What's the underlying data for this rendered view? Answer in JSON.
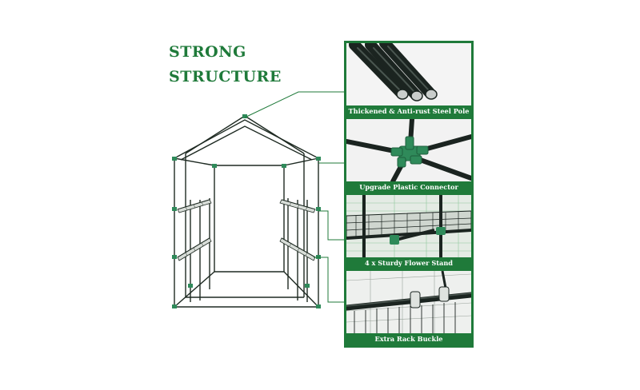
{
  "headline": {
    "line1": "STRONG",
    "line2": "STRUCTURE"
  },
  "colors": {
    "accent": "#1f7a3a",
    "frame": "#1e2a22",
    "connector": "#2f8a5a"
  },
  "features": [
    {
      "caption": "Thickened & Anti-rust Steel Pole",
      "icon": "steel-pole-icon"
    },
    {
      "caption": "Upgrade Plastic Connector",
      "icon": "plastic-connector-icon"
    },
    {
      "caption": "4 x Sturdy Flower Stand",
      "icon": "flower-stand-icon"
    },
    {
      "caption": "Extra Rack Buckle",
      "icon": "rack-buckle-icon"
    }
  ]
}
